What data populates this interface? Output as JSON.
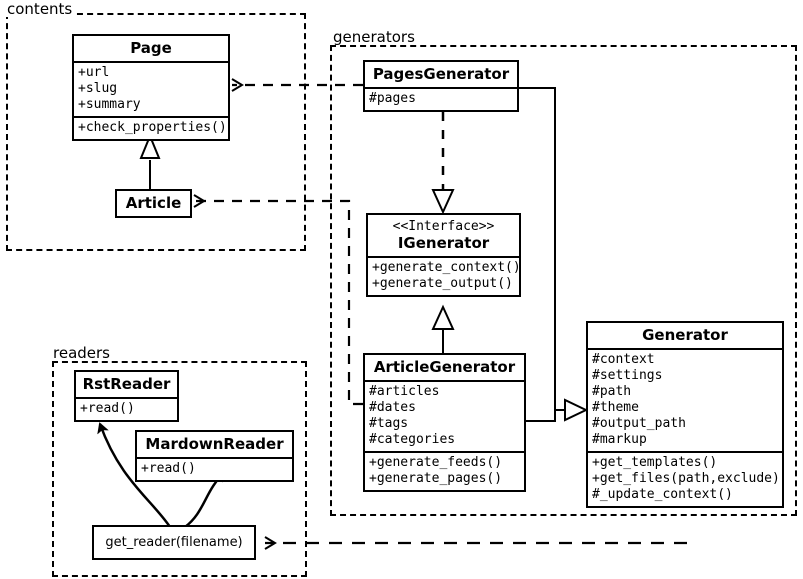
{
  "diagram": {
    "title": "Pelican architecture UML class diagram",
    "line_color": "#000000",
    "background": "#ffffff"
  },
  "packages": [
    {
      "id": "contents",
      "label": "contents"
    },
    {
      "id": "generators",
      "label": "generators"
    },
    {
      "id": "readers",
      "label": "readers"
    }
  ],
  "classes": {
    "page": {
      "name": "Page",
      "attributes": [
        "+url",
        "+slug",
        "+summary"
      ],
      "methods": [
        "+check_properties()"
      ]
    },
    "article": {
      "name": "Article",
      "attributes": [],
      "methods": []
    },
    "pages_generator": {
      "name": "PagesGenerator",
      "attributes": [
        "#pages"
      ],
      "methods": []
    },
    "igenerator": {
      "stereotype": "<<Interface>>",
      "name": "IGenerator",
      "attributes": [],
      "methods": [
        "+generate_context()",
        "+generate_output()"
      ]
    },
    "article_generator": {
      "name": "ArticleGenerator",
      "attributes": [
        "#articles",
        "#dates",
        "#tags",
        "#categories"
      ],
      "methods": [
        "+generate_feeds()",
        "+generate_pages()"
      ]
    },
    "generator": {
      "name": "Generator",
      "attributes": [
        "#context",
        "#settings",
        "#path",
        "#theme",
        "#output_path",
        "#markup"
      ],
      "methods": [
        "+get_templates()",
        "+get_files(path,exclude)",
        "#_update_context()"
      ]
    },
    "rst_reader": {
      "name": "RstReader",
      "attributes": [],
      "methods": [
        "+read()"
      ]
    },
    "markdown_reader": {
      "name": "MardownReader",
      "attributes": [],
      "methods": [
        "+read()"
      ]
    },
    "get_reader": {
      "name": "get_reader(filename)"
    }
  },
  "relations": [
    {
      "id": "article-inherits-page",
      "type": "generalization",
      "from": "Article",
      "to": "Page"
    },
    {
      "id": "pagesgenerator-realizes-igenerator",
      "type": "realization",
      "from": "PagesGenerator",
      "to": "IGenerator"
    },
    {
      "id": "articlegenerator-realizes-igenerator",
      "type": "realization",
      "from": "ArticleGenerator",
      "to": "IGenerator"
    },
    {
      "id": "pagesgenerator-inherits-generator",
      "type": "generalization",
      "from": "PagesGenerator",
      "to": "Generator"
    },
    {
      "id": "articlegenerator-inherits-generator",
      "type": "generalization",
      "from": "ArticleGenerator",
      "to": "Generator"
    },
    {
      "id": "pagesgenerator-uses-page",
      "type": "dependency",
      "from": "PagesGenerator",
      "to": "Page"
    },
    {
      "id": "articlegenerator-uses-article",
      "type": "dependency",
      "from": "ArticleGenerator",
      "to": "Article"
    },
    {
      "id": "generator-uses-get_reader",
      "type": "dependency",
      "from": "Generator",
      "to": "get_reader(filename)"
    },
    {
      "id": "get_reader-creates-rstreader",
      "type": "association",
      "from": "get_reader(filename)",
      "to": "RstReader"
    },
    {
      "id": "get_reader-creates-markdownreader",
      "type": "association",
      "from": "get_reader(filename)",
      "to": "MardownReader"
    }
  ]
}
